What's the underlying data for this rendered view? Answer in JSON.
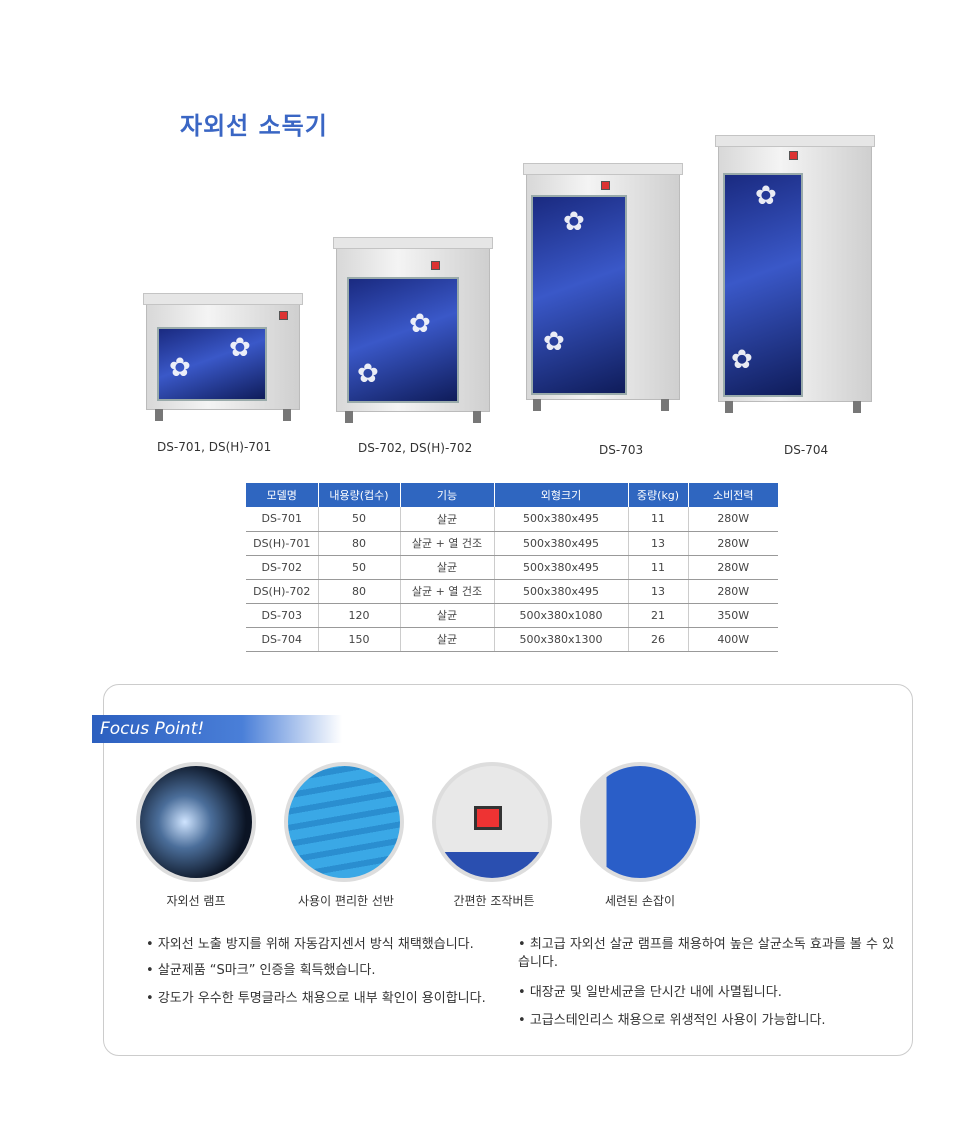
{
  "title": "자외선 소독기",
  "products": [
    {
      "label": "DS-701, DS(H)-701"
    },
    {
      "label": "DS-702, DS(H)-702"
    },
    {
      "label": "DS-703"
    },
    {
      "label": "DS-704"
    }
  ],
  "table": {
    "headers": [
      "모델명",
      "내용량(컵수)",
      "기능",
      "외형크기",
      "중량(kg)",
      "소비전력"
    ],
    "rows": [
      [
        "DS-701",
        "50",
        "살균",
        "500x380x495",
        "11",
        "280W"
      ],
      [
        "DS(H)-701",
        "80",
        "살균 + 열 건조",
        "500x380x495",
        "13",
        "280W"
      ],
      [
        "DS-702",
        "50",
        "살균",
        "500x380x495",
        "11",
        "280W"
      ],
      [
        "DS(H)-702",
        "80",
        "살균 + 열 건조",
        "500x380x495",
        "13",
        "280W"
      ],
      [
        "DS-703",
        "120",
        "살균",
        "500x380x1080",
        "21",
        "350W"
      ],
      [
        "DS-704",
        "150",
        "살균",
        "500x380x1300",
        "26",
        "400W"
      ]
    ]
  },
  "focus": {
    "heading": "Focus Point!",
    "features": [
      "자외선 램프",
      "사용이 편리한 선반",
      "간편한 조작버튼",
      "세련된 손잡이"
    ],
    "bullets_left": [
      "자외선 노출 방지를 위해 자동감지센서 방식 채택했습니다.",
      "살균제품 “S마크” 인증을 획득했습니다.",
      "강도가 우수한 투명글라스 채용으로 내부 확인이 용이합니다."
    ],
    "bullets_right": [
      "최고급 자외선 살균 램프를 채용하여 높은 살균소독 효과를 볼 수 있습니다.",
      "대장균 및 일반세균을 단시간 내에 사멸됩니다.",
      "고급스테인리스 채용으로 위생적인 사용이 가능합니다."
    ]
  },
  "colors": {
    "accent": "#2f66c0",
    "title": "#3a66c4"
  }
}
